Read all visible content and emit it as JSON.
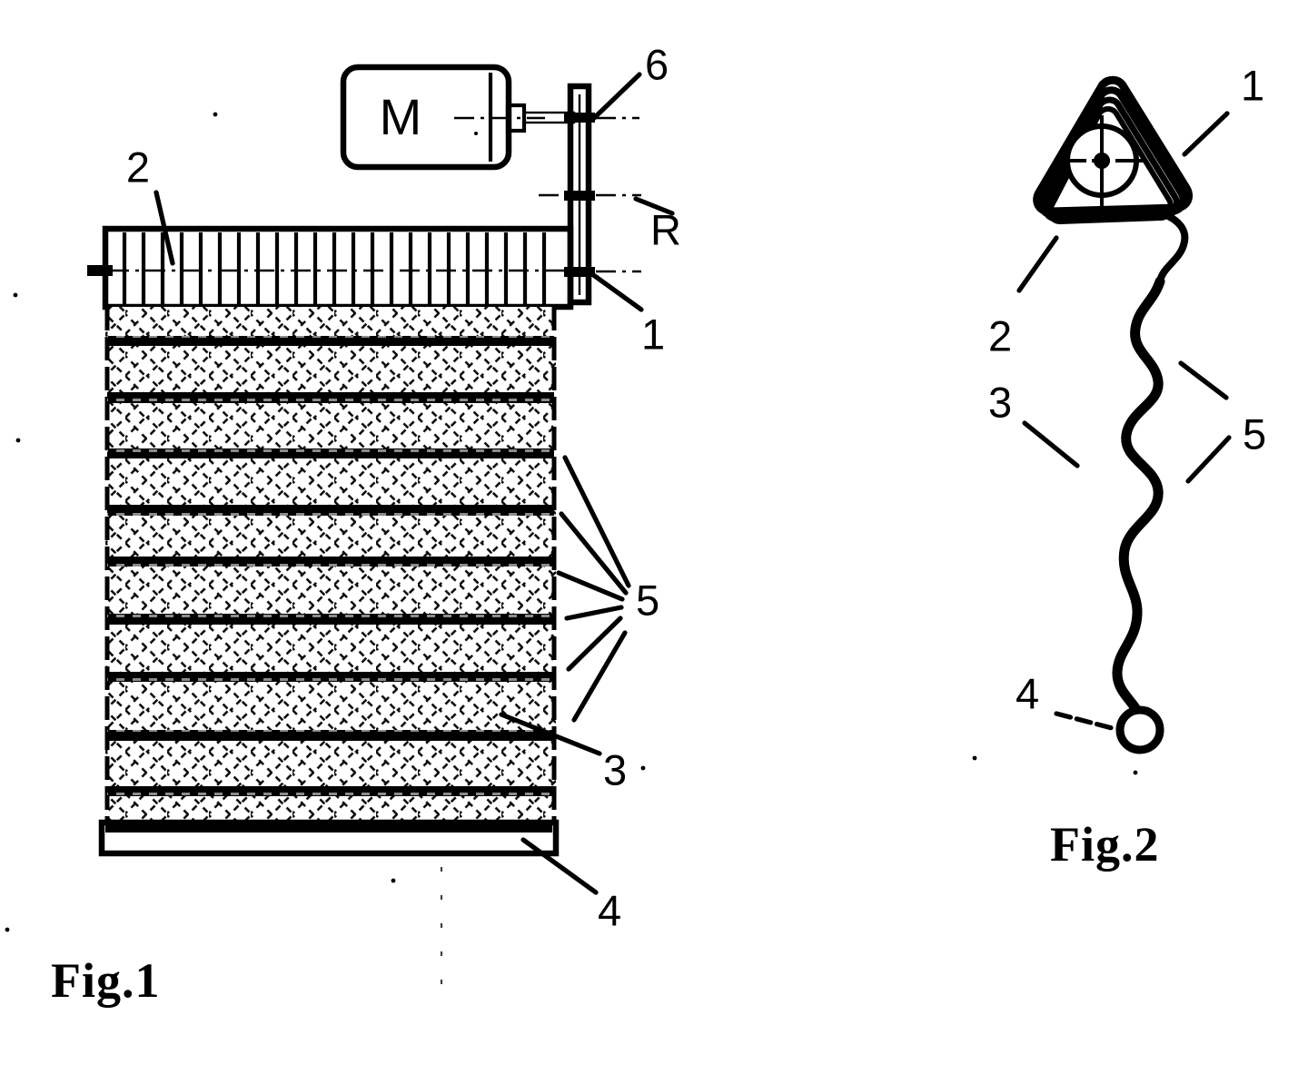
{
  "document": {
    "type": "patent-drawing-sheet",
    "background_color": "#ffffff",
    "ink_color": "#000000"
  },
  "figures": [
    {
      "id": "fig1",
      "caption": "Fig.1",
      "description": "Sectional side view of a layered mat with comb-like top layer, driven by a motor through a vertical rail",
      "components": [
        {
          "ref": "M",
          "name": "motor",
          "label": "M"
        },
        {
          "ref": "6",
          "name": "drive-shaft-coupling",
          "label": "6"
        },
        {
          "ref": "R",
          "name": "rail-direction-marker",
          "label": "R"
        },
        {
          "ref": "1",
          "name": "vertical-rail",
          "label": "1"
        },
        {
          "ref": "2",
          "name": "comb-layer",
          "label": "2"
        },
        {
          "ref": "5",
          "name": "reinforcement-bands",
          "label": "5"
        },
        {
          "ref": "3",
          "name": "hatched-fill-body",
          "label": "3"
        },
        {
          "ref": "4",
          "name": "base-plate",
          "label": "4"
        }
      ]
    },
    {
      "id": "fig2",
      "caption": "Fig.2",
      "description": "Detail view of a spirally wound triangular coil with a wavy tail terminating in a small circle",
      "components": [
        {
          "ref": "1",
          "name": "triangular-spiral-coil",
          "label": "1"
        },
        {
          "ref": "2",
          "name": "coil-outer-turn",
          "label": "2"
        },
        {
          "ref": "3",
          "name": "wavy-strand",
          "label": "3"
        },
        {
          "ref": "5",
          "name": "wave-crest-marker",
          "label": "5"
        },
        {
          "ref": "4",
          "name": "terminal-bead",
          "label": "4"
        }
      ]
    }
  ],
  "fig1": {
    "caption": "Fig.1",
    "motor": {
      "label": "M",
      "name": "motor-housing"
    },
    "callouts": {
      "six": "6",
      "rail_r": "R",
      "one": "1",
      "two": "2",
      "five": "5",
      "three": "3",
      "four": "4"
    }
  },
  "fig2": {
    "caption": "Fig.2",
    "callouts": {
      "one": "1",
      "two": "2",
      "three": "3",
      "five": "5",
      "four": "4"
    }
  },
  "geometry": {
    "comb_teeth_count": 24,
    "band_count": 9,
    "spiral_turns": 4
  }
}
